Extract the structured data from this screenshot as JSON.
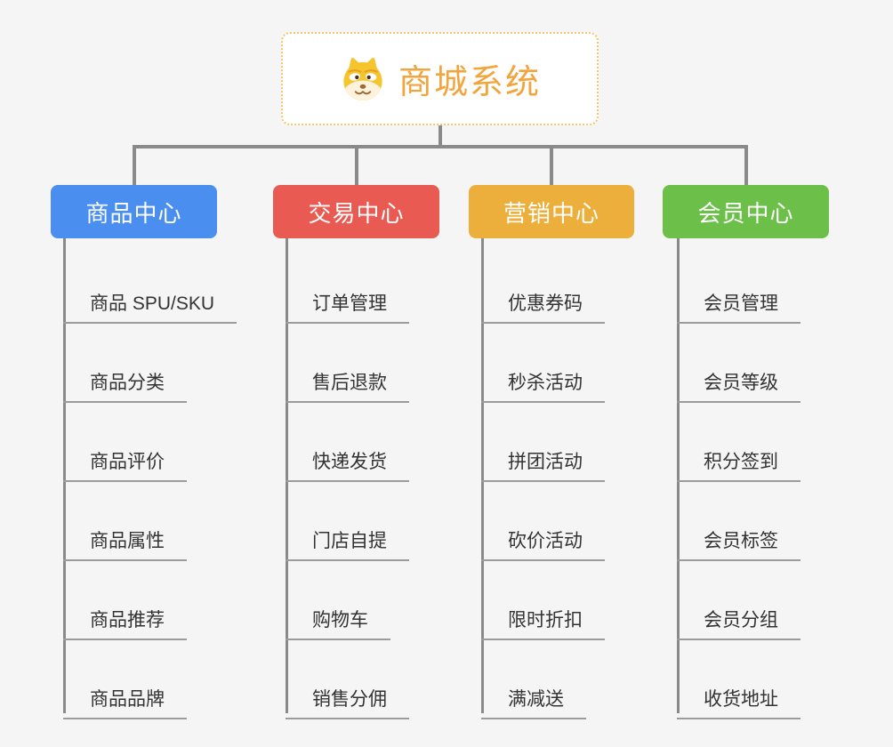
{
  "page": {
    "background_color": "#f5f5f5",
    "connector_color": "#8a8a8a",
    "underline_color": "#9b9b9b"
  },
  "root": {
    "title": "商城系统",
    "icon": "doge-icon",
    "title_color": "#f2a43d",
    "border_color": "#f6c46a"
  },
  "branches": [
    {
      "label": "商品中心",
      "color": "#4a8ff0",
      "items": [
        "商品 SPU/SKU",
        "商品分类",
        "商品评价",
        "商品属性",
        "商品推荐",
        "商品品牌"
      ]
    },
    {
      "label": "交易中心",
      "color": "#e95a52",
      "items": [
        "订单管理",
        "售后退款",
        "快递发货",
        "门店自提",
        "购物车",
        "销售分佣"
      ]
    },
    {
      "label": "营销中心",
      "color": "#edaf3c",
      "items": [
        "优惠券码",
        "秒杀活动",
        "拼团活动",
        "砍价活动",
        "限时折扣",
        "满减送"
      ]
    },
    {
      "label": "会员中心",
      "color": "#6cc04a",
      "items": [
        "会员管理",
        "会员等级",
        "积分签到",
        "会员标签",
        "会员分组",
        "收货地址"
      ]
    }
  ]
}
